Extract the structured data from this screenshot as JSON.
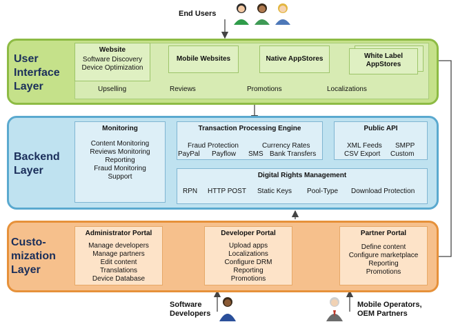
{
  "end_users_label": "End Users",
  "software_developers_label": [
    "Software",
    "Developers"
  ],
  "mobile_operators_label": [
    "Mobile Operators,",
    "OEM Partners"
  ],
  "ui_layer": {
    "title": [
      "User",
      "Interface",
      "Layer"
    ],
    "website": {
      "title": "Website",
      "lines": [
        "Software Discovery",
        "Device Optimization"
      ]
    },
    "mobile_websites": "Mobile Websites",
    "native_appstores": "Native AppStores",
    "white_label": [
      "White Label",
      "AppStores"
    ],
    "bottom_row": [
      "Upselling",
      "Reviews",
      "Promotions",
      "Localizations"
    ]
  },
  "backend_layer": {
    "title": [
      "Backend",
      "Layer"
    ],
    "monitoring": {
      "title": "Monitoring",
      "lines": [
        "Content Monitoring",
        "Reviews Monitoring",
        "Reporting",
        "Fraud Monitoring",
        "Support"
      ]
    },
    "transaction": {
      "title": "Transaction Processing Engine",
      "row1": [
        "Fraud Protection",
        "Currency Rates"
      ],
      "row2": [
        "PayPal",
        "Payflow",
        "SMS",
        "Bank Transfers"
      ]
    },
    "public_api": {
      "title": "Public API",
      "row1": [
        "XML Feeds",
        "SMPP"
      ],
      "row2": [
        "CSV Export",
        "Custom"
      ]
    },
    "drm": {
      "title": "Digital Rights Management",
      "items": [
        "RPN",
        "HTTP POST",
        "Static Keys",
        "Pool-Type",
        "Download Protection"
      ]
    }
  },
  "customization_layer": {
    "title": [
      "Custo-",
      "mization",
      "Layer"
    ],
    "admin": {
      "title": "Administrator Portal",
      "lines": [
        "Manage developers",
        "Manage partners",
        "Edit content",
        "Translations",
        "Device Database"
      ]
    },
    "developer": {
      "title": "Developer Portal",
      "lines": [
        "Upload apps",
        "Localizations",
        "Configure DRM",
        "Reporting",
        "Promotions"
      ]
    },
    "partner": {
      "title": "Partner Portal",
      "lines": [
        "Define content",
        "Configure marketplace",
        "Reporting",
        "Promotions"
      ]
    }
  }
}
